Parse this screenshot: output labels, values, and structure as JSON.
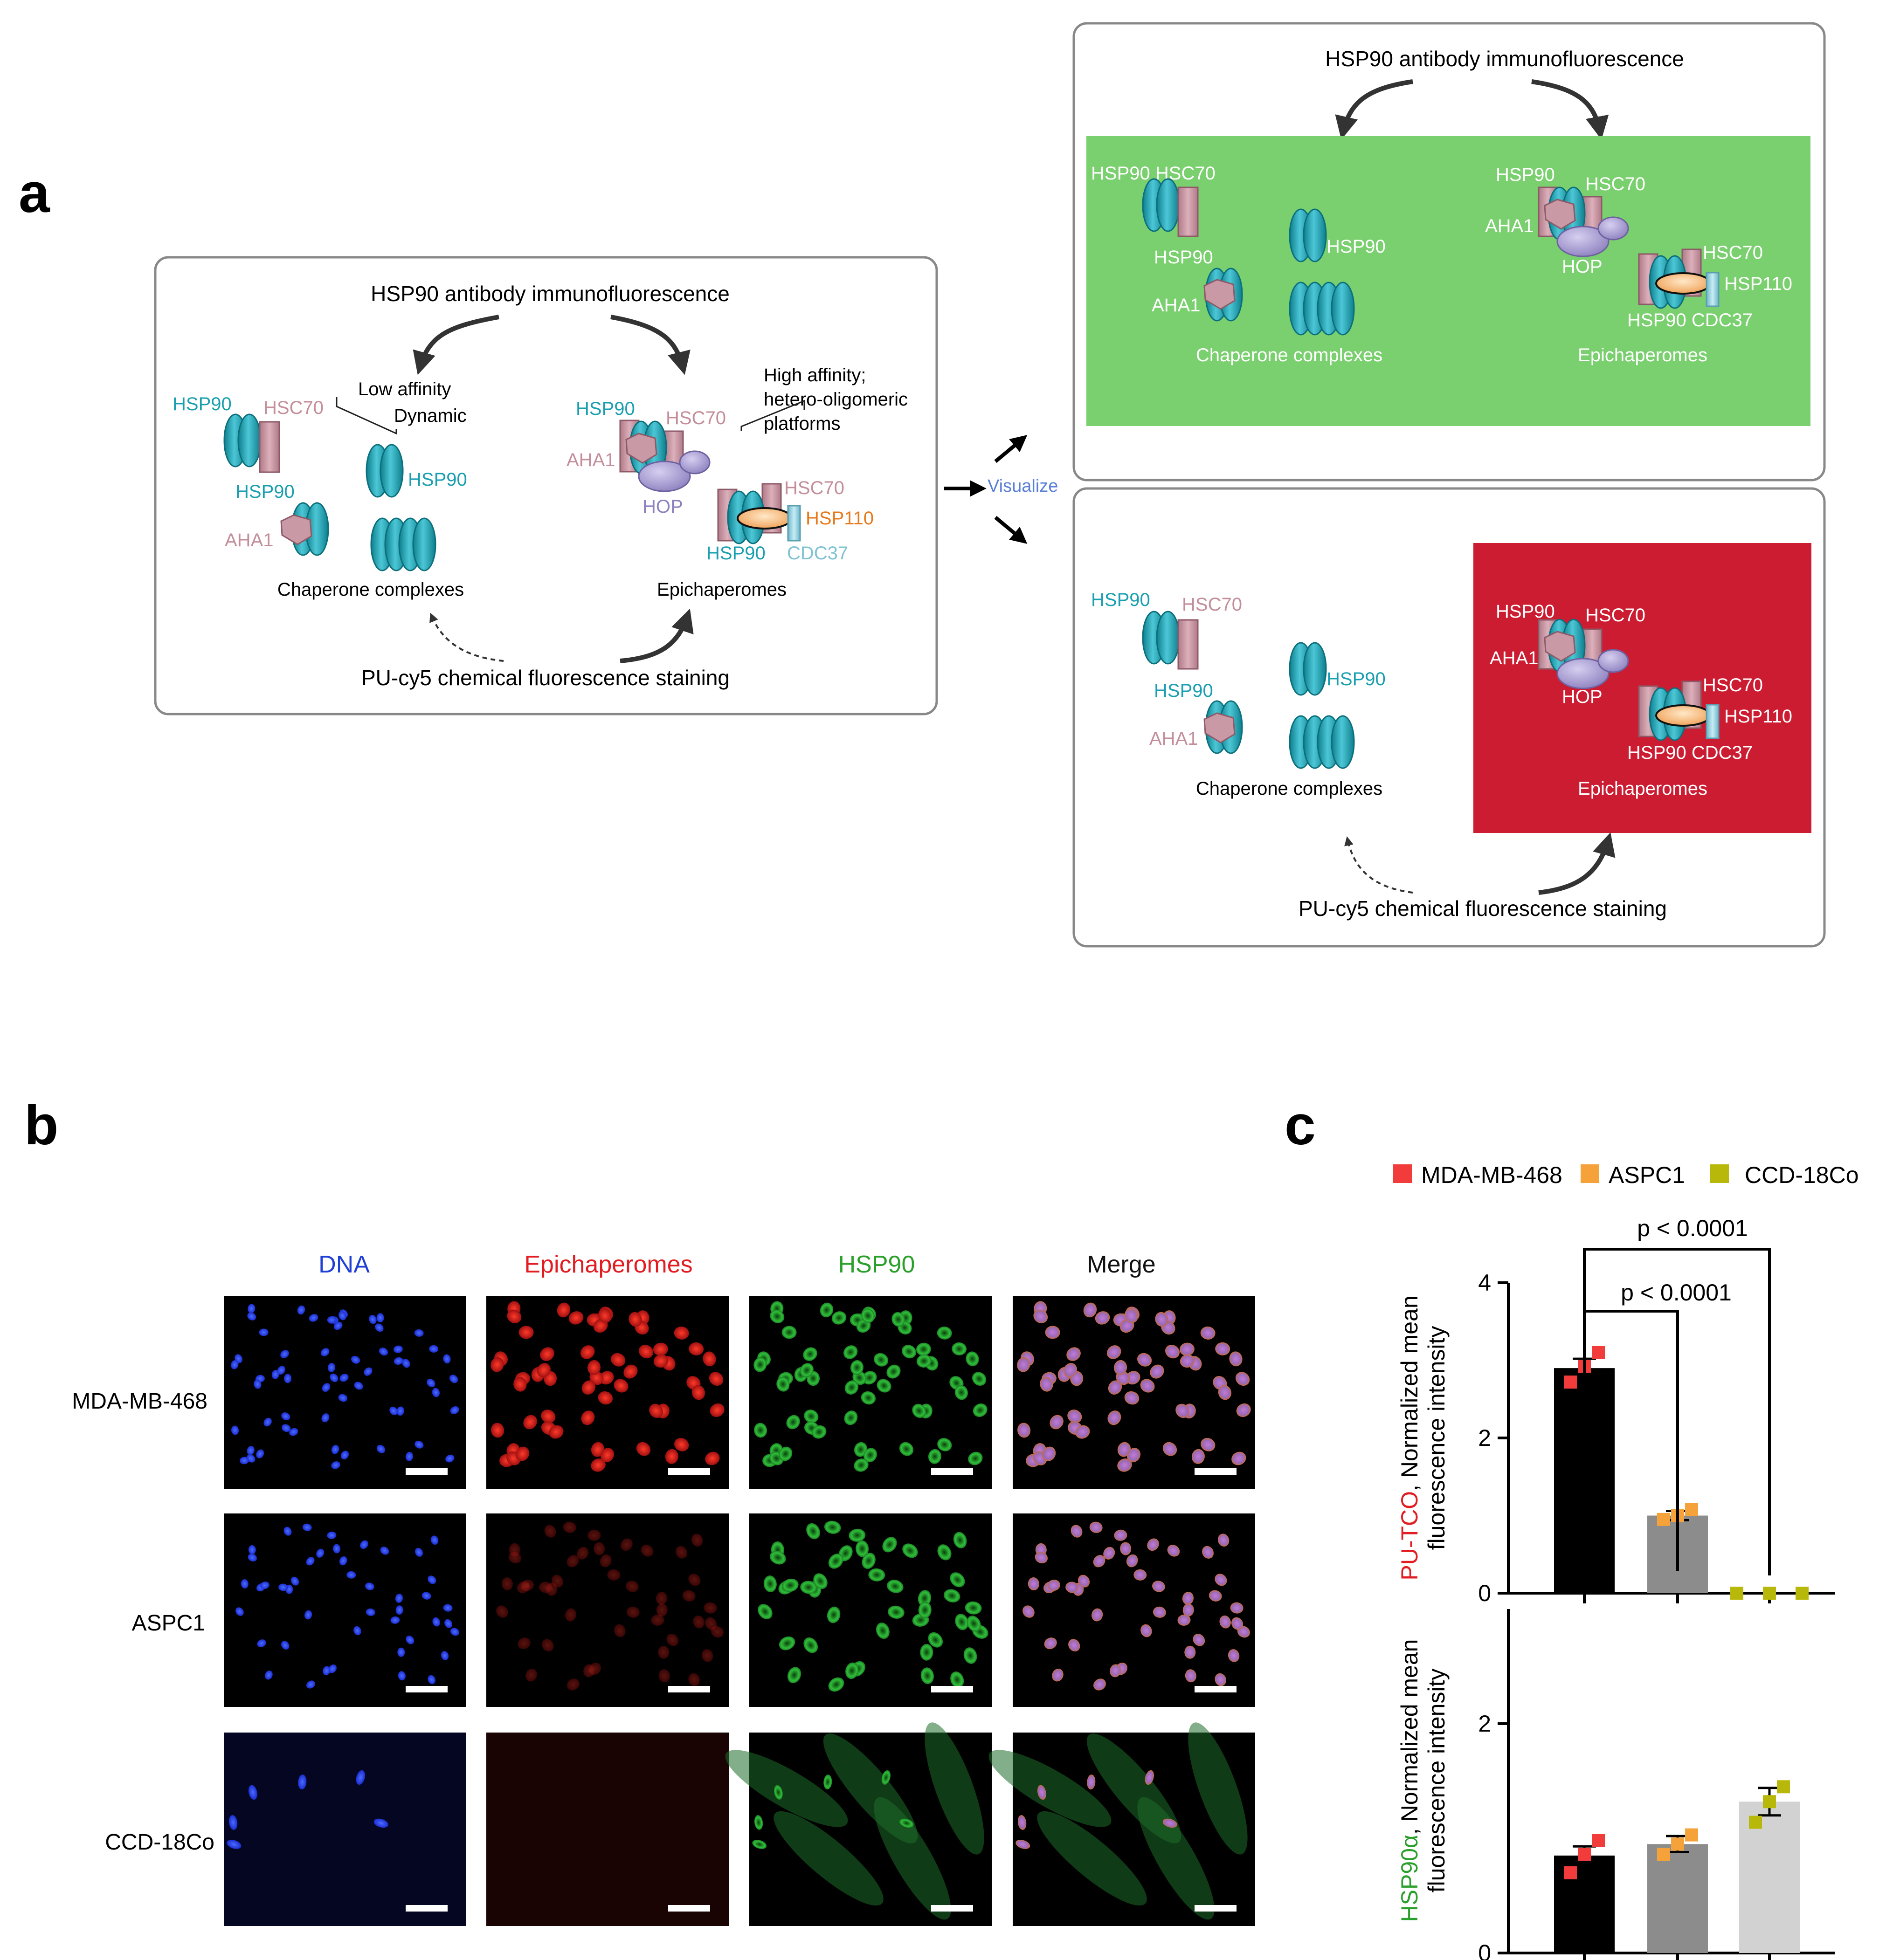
{
  "colors": {
    "hsp90": "#1a9fb0",
    "hsc70": "#c38e9a",
    "hop": "#8e81bf",
    "hsp110": "#e87a1d",
    "cdc37": "#7fc3d3",
    "green_panel": "#7acf6f",
    "red_panel": "#cc1c31",
    "dna": "#1f3fd6",
    "epi": "#e21c21",
    "hsp90_text": "#2ca02c",
    "mda": "#f23b3b",
    "aspc1": "#f5a23a",
    "ccd": "#b8b80a",
    "visualize": "#5a7fd8"
  },
  "panel_letters": {
    "a": "a",
    "b": "b",
    "c": "c"
  },
  "panel_a": {
    "left_box": {
      "title": "HSP90 antibody immunofluorescence",
      "bottom": "PU-cy5 chemical fluorescence staining",
      "chaperone_label": "Chaperone complexes",
      "epi_label": "Epichaperomes",
      "low_affinity": "Low affinity",
      "dynamic": "Dynamic",
      "high_affinity": "High affinity;",
      "hetero": "hetero-oligomeric",
      "platforms": "platforms",
      "hsp90": "HSP90",
      "hsc70": "HSC70",
      "aha1": "AHA1",
      "hop": "HOP",
      "hsp110": "HSP110",
      "cdc37": "CDC37"
    },
    "visualize": "Visualize",
    "top_right": {
      "title": "HSP90 antibody immunofluorescence",
      "chaperone_label": "Chaperone complexes",
      "epi_label": "Epichaperomes",
      "hsp90": "HSP90",
      "hsc70": "HSC70",
      "aha1": "AHA1",
      "hop": "HOP",
      "hsp110": "HSP110",
      "hsp90_cdc37": "HSP90 CDC37",
      "hsp90_hsc70": "HSP90 HSC70"
    },
    "bottom_right": {
      "bottom": "PU-cy5 chemical fluorescence staining",
      "chaperone_label": "Chaperone complexes",
      "epi_label": "Epichaperomes",
      "hsp90": "HSP90",
      "hsc70": "HSC70",
      "aha1": "AHA1",
      "hop": "HOP",
      "hsp110": "HSP110",
      "hsp90_cdc37": "HSP90 CDC37"
    }
  },
  "panel_b": {
    "columns": [
      "DNA",
      "Epichaperomes",
      "HSP90",
      "Merge"
    ],
    "rows": [
      "MDA-MB-468",
      "ASPC1",
      "CCD-18Co"
    ]
  },
  "chart_data": {
    "type": "bar",
    "legend": [
      "MDA-MB-468",
      "ASPC1",
      "CCD-18Co"
    ],
    "legend_position": "top",
    "categories": [
      "MDA-MB-468",
      "ASPC1",
      "CCD-18Co"
    ],
    "top": {
      "ylabel_colored": "PU-TCO",
      "ylabel_rest": ", Normalized mean",
      "ylabel_line2": "fluorescence intensity",
      "ylim": [
        0,
        4
      ],
      "yticks": [
        "0",
        "2",
        "4"
      ],
      "values": [
        2.9,
        1.0,
        0.0
      ],
      "errors": [
        0.12,
        0.06,
        0.0
      ],
      "points": [
        [
          2.72,
          2.92,
          3.1
        ],
        [
          0.95,
          1.0,
          1.08
        ],
        [
          0.0,
          0.0,
          0.0
        ]
      ],
      "significance": [
        "p < 0.0001",
        "p < 0.0001"
      ]
    },
    "bottom": {
      "ylabel_colored": "HSP90α",
      "ylabel_rest": ", Normalized mean",
      "ylabel_line2": "fluorescence intensity",
      "ylim": [
        0,
        3
      ],
      "yticks": [
        "0",
        "2"
      ],
      "values": [
        0.85,
        0.95,
        1.32
      ],
      "errors": [
        0.08,
        0.07,
        0.12
      ],
      "points": [
        [
          0.7,
          0.86,
          0.98
        ],
        [
          0.86,
          0.95,
          1.03
        ],
        [
          1.14,
          1.32,
          1.45
        ]
      ]
    }
  }
}
